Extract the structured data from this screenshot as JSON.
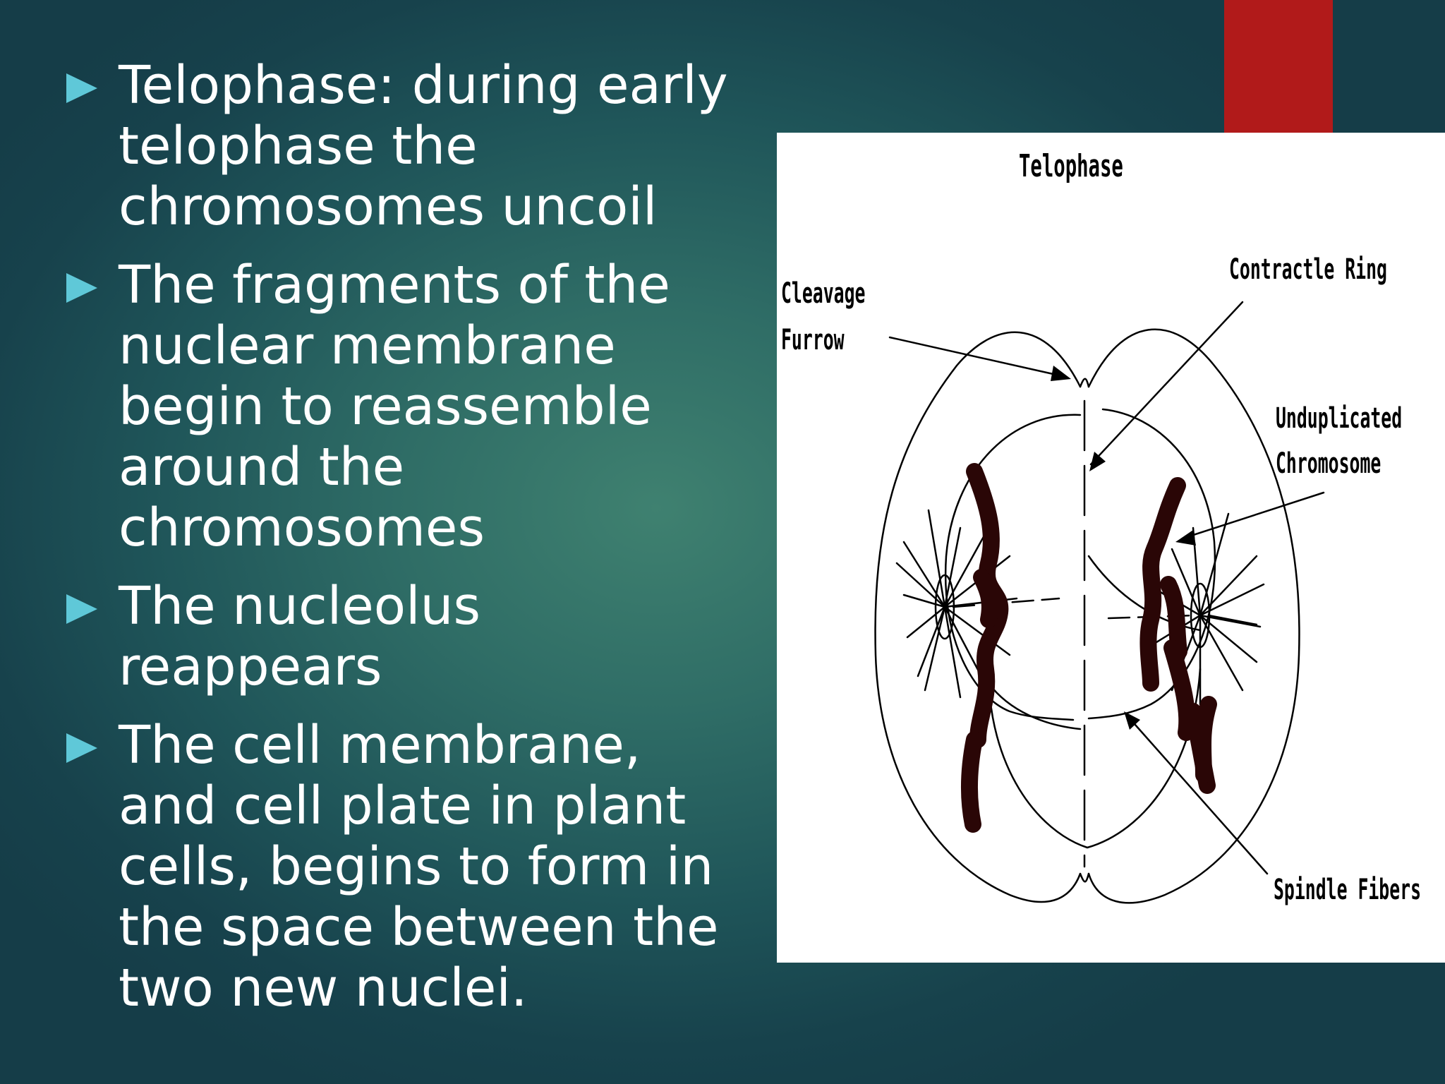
{
  "colors": {
    "text": "#ffffff",
    "bullet_marker": "#5fc8d8",
    "accent_bar": "#b11a1a",
    "figure_background": "#ffffff",
    "figure_ink": "#000000",
    "chromosome": "#2a0606"
  },
  "bullets": [
    {
      "icon": "triangle-bullet-icon",
      "text": "Telophase: during early telophase the chromosomes uncoil"
    },
    {
      "icon": "triangle-bullet-icon",
      "text": "The fragments of the nuclear membrane begin to reassemble around the chromosomes"
    },
    {
      "icon": "triangle-bullet-icon",
      "text": "The nucleolus reappears"
    },
    {
      "icon": "triangle-bullet-icon",
      "text": "The cell membrane, and cell plate in plant cells, begins to form in the space between the two new nuclei."
    }
  ],
  "figure": {
    "title": "Telophase",
    "labels": {
      "contractile_ring": "Contractle Ring",
      "cleavage_1": "Cleavage",
      "cleavage_2": "Furrow",
      "unduplicated_1": "Unduplicated",
      "unduplicated_2": "Chromosome",
      "spindle_fibers": "Spindle Fibers"
    }
  }
}
